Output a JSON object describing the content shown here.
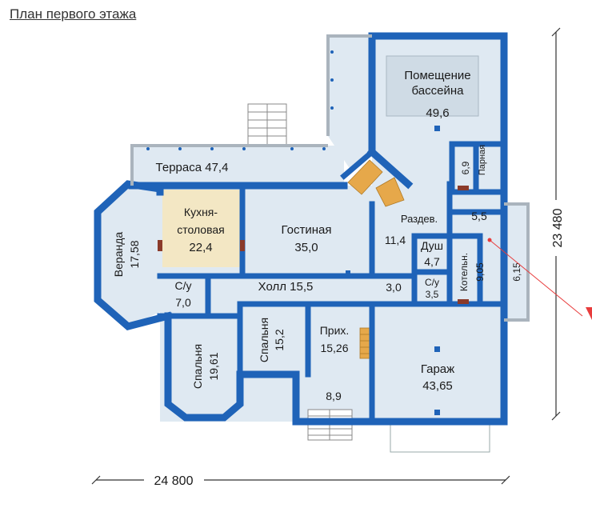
{
  "title": "План первого этажа",
  "rooms": {
    "pool": [
      "Помещение",
      "бассейна",
      "49,6"
    ],
    "terrace": "Терраса 47,4",
    "kitchen": [
      "Кухня-",
      "столовая",
      "22,4"
    ],
    "living": [
      "Гостиная",
      "35,0"
    ],
    "veranda": [
      "Веранда",
      "17,58"
    ],
    "wc1": [
      "С/у",
      "7,0"
    ],
    "hall": "Холл 15,5",
    "bedroom1": [
      "Спальня",
      "19,61"
    ],
    "bedroom2": [
      "Спальня",
      "15,2"
    ],
    "entry": [
      "Прих.",
      "15,26"
    ],
    "vestibule": "8,9",
    "garage": [
      "Гараж",
      "43,65"
    ],
    "sauna": [
      "6,9",
      "Парная"
    ],
    "dressing": "Раздев.",
    "r55": "5,5",
    "r114": "11,4",
    "shower": [
      "Душ",
      "4,7"
    ],
    "r30": "3,0",
    "wc2": [
      "С/у",
      "3,5"
    ],
    "boiler": [
      "Котельн.",
      "9,05"
    ],
    "r615": "6,15"
  },
  "dimensions": {
    "width": "24 800",
    "height": "23 480"
  },
  "colors": {
    "wall": "#1f63b8",
    "floor": "#dfe9f2",
    "kitchen": "#f3e7c4",
    "pool": "#cfdbe5",
    "stairs": "#e6a84a",
    "dimension_line": "#333333",
    "pointer": "#e83c3c"
  }
}
